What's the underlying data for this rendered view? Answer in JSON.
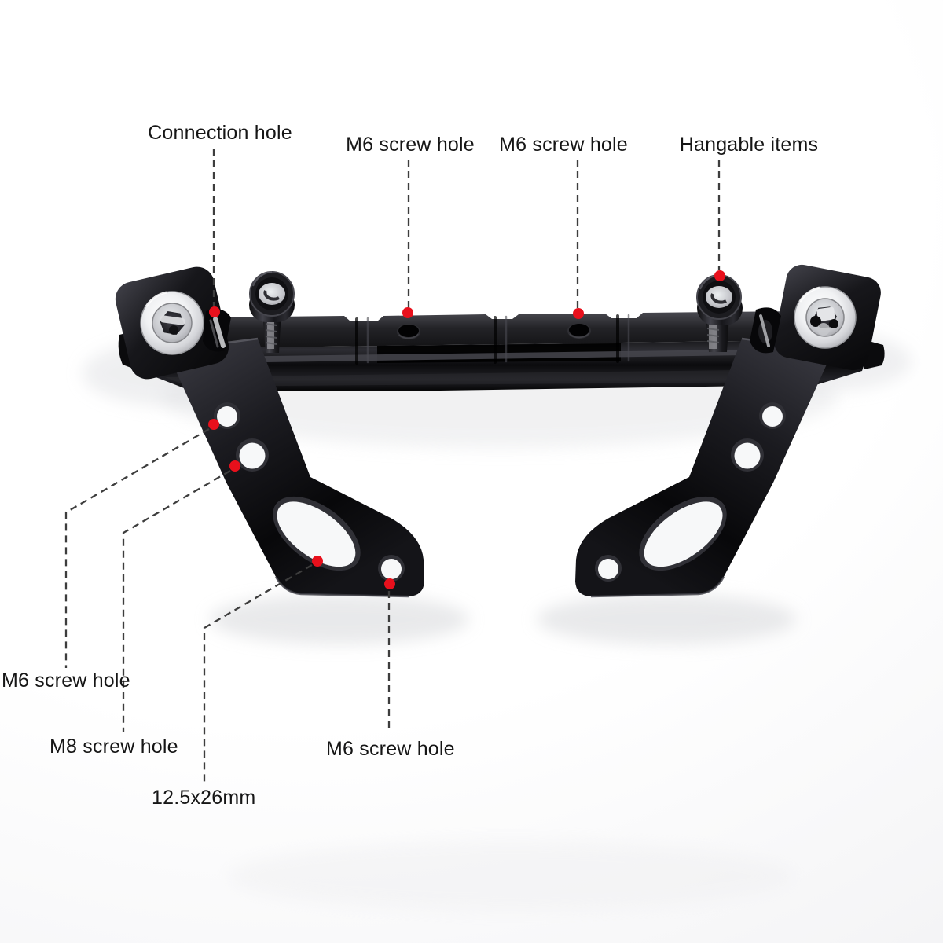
{
  "page": {
    "background": "#ffffff"
  },
  "annotation": {
    "line_color": "#3d3d3d",
    "dot_color": "#e8101c",
    "text_color": "#161616"
  },
  "labels": {
    "connection_hole": "Connection hole",
    "m6_screw_hole_top_left": "M6 screw hole",
    "m6_screw_hole_top_right": "M6 screw hole",
    "hangable_items": "Hangable items",
    "m6_screw_hole_side_left": "M6 screw hole",
    "m8_screw_hole": "M8 screw hole",
    "slot_size": "12.5x26mm",
    "m6_screw_hole_bottom": "M6 screw hole"
  },
  "product": {
    "kind": "handlebar-balance-crossbar-bracket",
    "metal_color": "#141416",
    "chrome_color": "#d9dadc"
  }
}
